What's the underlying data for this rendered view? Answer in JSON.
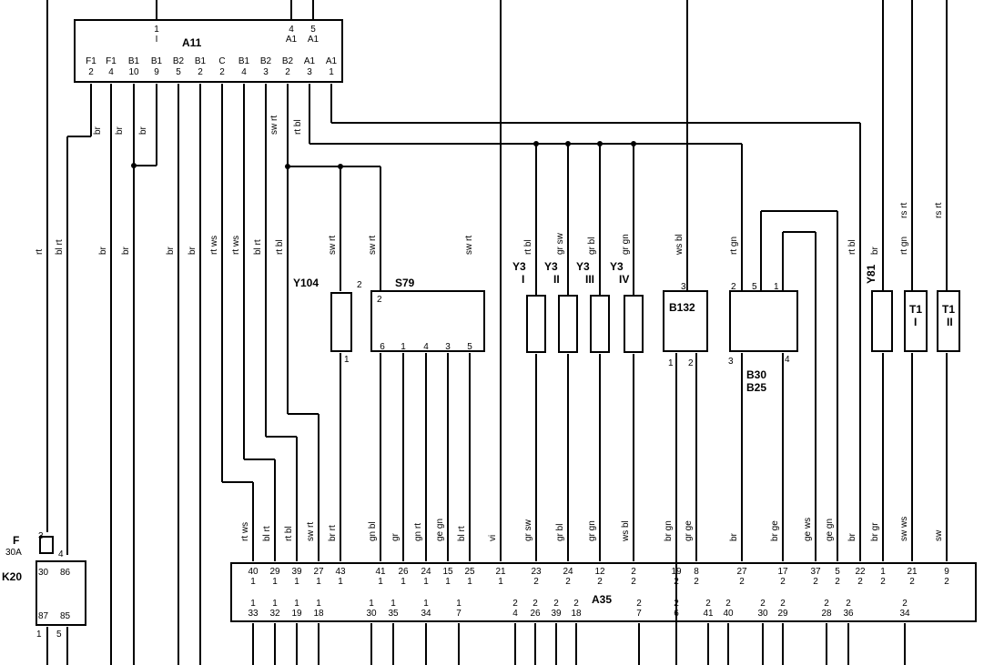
{
  "components": {
    "a11": {
      "name": "A11"
    },
    "a35": {
      "name": "A35"
    },
    "k20": {
      "name": "K20"
    },
    "fuse": {
      "name": "F",
      "rating": "30A"
    },
    "y104": {
      "name": "Y104"
    },
    "s79": {
      "name": "S79"
    },
    "y3_1": {
      "name": "Y3",
      "sub": "I"
    },
    "y3_2": {
      "name": "Y3",
      "sub": "II"
    },
    "y3_3": {
      "name": "Y3",
      "sub": "III"
    },
    "y3_4": {
      "name": "Y3",
      "sub": "IV"
    },
    "b132": {
      "name": "B132"
    },
    "b30": {
      "name": "B30",
      "alt": "B25"
    },
    "y81": {
      "name": "Y81"
    },
    "t1_1": {
      "name": "T1",
      "sub": "I"
    },
    "t1_2": {
      "name": "T1",
      "sub": "II"
    }
  },
  "a11_top_pins": [
    {
      "a": "1",
      "b": "I"
    },
    {
      "a": "4",
      "b": "A1"
    },
    {
      "a": "5",
      "b": "A1"
    }
  ],
  "a11_bottom_pins": [
    {
      "a": "F1",
      "b": "2"
    },
    {
      "a": "F1",
      "b": "4"
    },
    {
      "a": "B1",
      "b": "10"
    },
    {
      "a": "B1",
      "b": "9"
    },
    {
      "a": "B2",
      "b": "5"
    },
    {
      "a": "B1",
      "b": "2"
    },
    {
      "a": "C",
      "b": "2"
    },
    {
      "a": "B1",
      "b": "4"
    },
    {
      "a": "B2",
      "b": "3"
    },
    {
      "a": "B2",
      "b": "2"
    },
    {
      "a": "A1",
      "b": "3"
    },
    {
      "a": "A1",
      "b": "1"
    }
  ],
  "a35_top_pins": [
    {
      "a": "40",
      "b": "1"
    },
    {
      "a": "29",
      "b": "1"
    },
    {
      "a": "39",
      "b": "1"
    },
    {
      "a": "27",
      "b": "1"
    },
    {
      "a": "43",
      "b": "1"
    },
    {
      "a": "41",
      "b": "1"
    },
    {
      "a": "26",
      "b": "1"
    },
    {
      "a": "24",
      "b": "1"
    },
    {
      "a": "15",
      "b": "1"
    },
    {
      "a": "25",
      "b": "1"
    },
    {
      "a": "21",
      "b": "1"
    },
    {
      "a": "23",
      "b": "2"
    },
    {
      "a": "24",
      "b": "2"
    },
    {
      "a": "12",
      "b": "2"
    },
    {
      "a": "2",
      "b": "2"
    },
    {
      "a": "19",
      "b": "2"
    },
    {
      "a": "8",
      "b": "2"
    },
    {
      "a": "27",
      "b": "2"
    },
    {
      "a": "17",
      "b": "2"
    },
    {
      "a": "37",
      "b": "2"
    },
    {
      "a": "5",
      "b": "2"
    },
    {
      "a": "22",
      "b": "2"
    },
    {
      "a": "1",
      "b": "2"
    },
    {
      "a": "21",
      "b": "2"
    },
    {
      "a": "9",
      "b": "2"
    }
  ],
  "a35_bottom_pins": [
    {
      "a": "1",
      "b": "33"
    },
    {
      "a": "1",
      "b": "32"
    },
    {
      "a": "1",
      "b": "19"
    },
    {
      "a": "1",
      "b": "18"
    },
    {
      "a": "1",
      "b": "30"
    },
    {
      "a": "1",
      "b": "35"
    },
    {
      "a": "1",
      "b": "34"
    },
    {
      "a": "1",
      "b": "7"
    },
    {
      "a": "2",
      "b": "4"
    },
    {
      "a": "2",
      "b": "26"
    },
    {
      "a": "2",
      "b": "39"
    },
    {
      "a": "2",
      "b": "18"
    },
    {
      "a": "2",
      "b": "7"
    },
    {
      "a": "2",
      "b": "6"
    },
    {
      "a": "2",
      "b": "41"
    },
    {
      "a": "2",
      "b": "40"
    },
    {
      "a": "2",
      "b": "30"
    },
    {
      "a": "2",
      "b": "29"
    },
    {
      "a": "2",
      "b": "28"
    },
    {
      "a": "2",
      "b": "36"
    },
    {
      "a": "2",
      "b": "34"
    }
  ],
  "wire_labels_upper": [
    "rt",
    "bl rt",
    "br",
    "br",
    "br",
    "br",
    "rt ws",
    "rt ws",
    "bl rt",
    "rt bl",
    "sw rt",
    "sw rt",
    "sw rt",
    "rt bl",
    "gr sw",
    "gr bl",
    "gr gn",
    "ws bl",
    "rt gn",
    "rt bl",
    "br",
    "rt gn",
    "rs rt",
    "rs rt"
  ],
  "wire_labels_lower": [
    "rt ws",
    "bl rt",
    "rt bl",
    "sw rt",
    "br rt",
    "gn bl",
    "gr",
    "gn rt",
    "ge gn",
    "bl rt",
    "vi",
    "gr sw",
    "gr bl",
    "gr gn",
    "ws bl",
    "br gn",
    "gr ge",
    "br",
    "br ge",
    "ge ws",
    "ge gn",
    "br",
    "br gr",
    "sw ws",
    "sw"
  ],
  "wire_labels_top": [
    "br",
    "br",
    "br",
    "sw rt",
    "rt bl"
  ],
  "pin_numbers": {
    "y104": [
      "2",
      "1"
    ],
    "s79_top": "2",
    "s79_bottom": [
      "6",
      "1",
      "4",
      "3",
      "5"
    ],
    "b132": [
      "3",
      "1",
      "2"
    ],
    "b30": [
      "2",
      "5",
      "1",
      "3",
      "4"
    ],
    "k20": [
      "30",
      "86",
      "87",
      "85",
      "1",
      "5"
    ],
    "fuse": [
      "3",
      "4"
    ]
  }
}
